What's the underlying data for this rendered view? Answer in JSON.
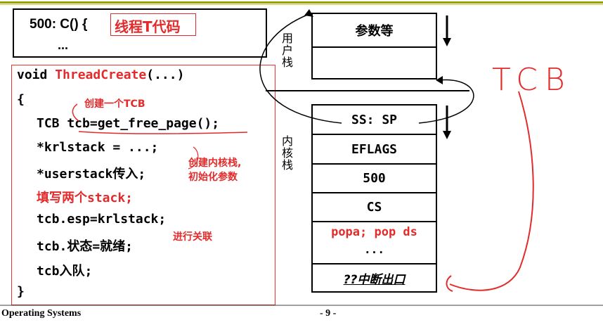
{
  "top_box": {
    "label": "500: C() {",
    "dots": "...",
    "tag": "线程T代码"
  },
  "code": {
    "line1_prefix": "void ",
    "line1_func": "ThreadCreate",
    "line1_suffix": "(...)",
    "line2": "{",
    "line3": "TCB tcb=get_free_page();",
    "line4": "*krlstack = ...;",
    "line5": "*userstack传入;",
    "line6": "填写两个stack;",
    "line7": "tcb.esp=krlstack;",
    "line8": "tcb.状态=就绪;",
    "line9": "tcb入队;",
    "line10": "}"
  },
  "notes": {
    "create_tcb": "创建一个TCB",
    "create_kstack_1": "创建内核栈,",
    "create_kstack_2": "初始化参数",
    "link": "进行关联"
  },
  "user_stack": {
    "label": "用户栈",
    "cells": [
      "参数等",
      ""
    ]
  },
  "kernel_stack": {
    "label": "内核栈",
    "cells": [
      "SS: SP",
      "EFLAGS",
      "500",
      "CS",
      "popa; pop ds",
      "...",
      "??中断出口"
    ]
  },
  "handwriting": "TCB",
  "footer": {
    "course": "Operating Systems",
    "page": "- 9 -"
  },
  "colors": {
    "accent_red": "#e32b2b",
    "header_bar": "#9aa300",
    "ink": "#000000"
  }
}
